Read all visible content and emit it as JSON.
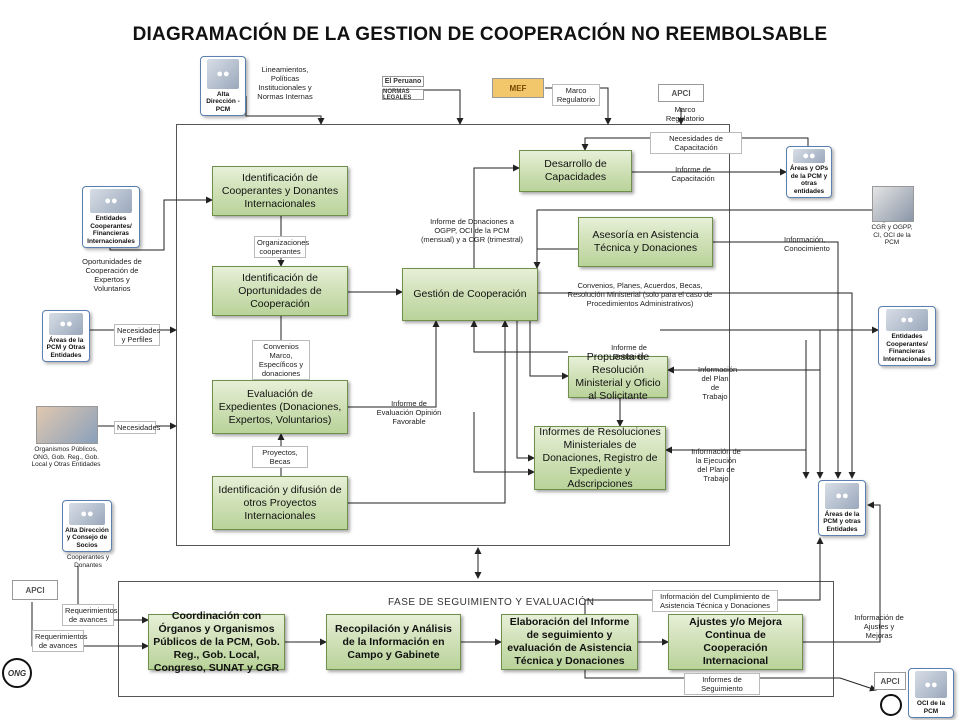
{
  "title": "DIAGRAMACIÓN DE LA GESTION DE COOPERACIÓN NO REEMBOLSABLE",
  "phase_label": "FASE DE SEGUIMIENTO Y EVALUACIÓN",
  "boxes": {
    "identificacion_cooperantes": "Identificación de Cooperantes y Donantes Internacionales",
    "identificacion_oportunidades": "Identificación de Oportunidades de Cooperación",
    "evaluacion_expedientes": "Evaluación de Expedientes (Donaciones, Expertos, Voluntarios)",
    "identificacion_difusion": "Identificación y difusión de otros Proyectos Internacionales",
    "gestion_cooperacion": "Gestión de Cooperación",
    "desarrollo_capacidades": "Desarrollo de Capacidades",
    "asesoria": "Asesoría en Asistencia Técnica y Donaciones",
    "propuesta_resolucion": "Propuesta de Resolución Ministerial y Oficio al Solicitante",
    "informes_resoluciones": "Informes de Resoluciones Ministeriales de Donaciones, Registro de Expediente y Adscripciones",
    "coordinacion": "Coordinación con Órganos y Organismos Públicos de la PCM, Gob. Reg., Gob. Local, Congreso, SUNAT y CGR",
    "recopilacion": "Recopilación y Análisis de la Información en Campo y Gabinete",
    "elaboracion_informe": "Elaboración del Informe de seguimiento y evaluación de Asistencia Técnica y Donaciones",
    "ajustes": "Ajustes y/o Mejora Continua de Cooperación Internacional"
  },
  "labels": {
    "lineamientos": "Lineamientos, Políticas Institucionales y Normas Internas",
    "marco_regulatorio_1": "Marco Regulatorio",
    "marco_regulatorio_2": "Marco Regulatorio",
    "necesidades_capacitacion": "Necesidades de Capacitación",
    "informe_capacitacion": "Informe de Capacitación",
    "informe_donaciones_ogpp": "Informe de Donaciones a OGPP, OCI de la PCM (mensual) y a CGR (trimestral)",
    "informacion_conocimiento": "Información, Conocimiento",
    "organizaciones_cooperantes": "Organizaciones cooperantes",
    "oportunidades_cooperacion": "Oportunidades de Cooperación de Expertos y Voluntarios",
    "convenios_planes": "Convenios, Planes, Acuerdos, Becas, Resolución Ministerial (solo para el caso de Procedimientos Administrativos)",
    "necesidades_perfiles": "Necesidades y Perfiles",
    "convenios_marco": "Convenios Marco, Específicos y donaciones",
    "informe_donacion": "Informe de Donación",
    "informacion_plan": "Información del Plan de Trabajo",
    "informe_evaluacion": "Informe de Evaluación Opinión Favorable",
    "necesidades": "Necesidades",
    "informacion_ejecucion": "Información de la Ejecución del Plan de Trabajo",
    "proyectos_becas": "Proyectos, Becas",
    "requerimientos_avances_1": "Requerimientos de avances",
    "requerimientos_avances_2": "Requerimientos de avances",
    "informacion_cumplimiento": "Información del Cumplimiento de Asistencia Técnica y Donaciones",
    "informacion_ajustes": "Información de Ajustes y Mejoras",
    "informes_seguimiento": "Informes de Seguimiento"
  },
  "entities": {
    "alta_direccion_pcm": "Alta Dirección - PCM",
    "entidades_cooperantes_left": "Entidades Cooperantes/ Financieras Internacionales",
    "areas_pcm_left": "Áreas de la PCM y Otras Entidades",
    "organismos_publicos": "Organismos Públicos, ONG, Gob. Reg., Gob. Local y Otras Entidades",
    "alta_direccion_consejo": "Alta Dirección y Consejo de Socios",
    "cooperantes_donantes": "Cooperantes y Donantes",
    "areas_opls": "Áreas y OPs de la PCM y otras entidades",
    "cgr_ogpp": "CGR y OGPP, CI, OCI de la PCM",
    "entidades_cooperantes_right": "Entidades Cooperantes/ Financieras Internacionales",
    "areas_pcm_right": "Áreas de la PCM y otras Entidades",
    "oci_pcm": "OCI de la PCM"
  },
  "logos": {
    "el_peruano": "El Peruano",
    "normas_legales": "NORMAS LEGALES",
    "mef": "MEF",
    "apci_top": "APCI",
    "apci_left": "APCI",
    "apci_bottom": "APCI",
    "ong": "ONG"
  },
  "colors": {
    "box_fill": "#cfe0b6",
    "box_border": "#6f8f4a",
    "entity_border": "#5a7fb0",
    "line": "#222222"
  }
}
